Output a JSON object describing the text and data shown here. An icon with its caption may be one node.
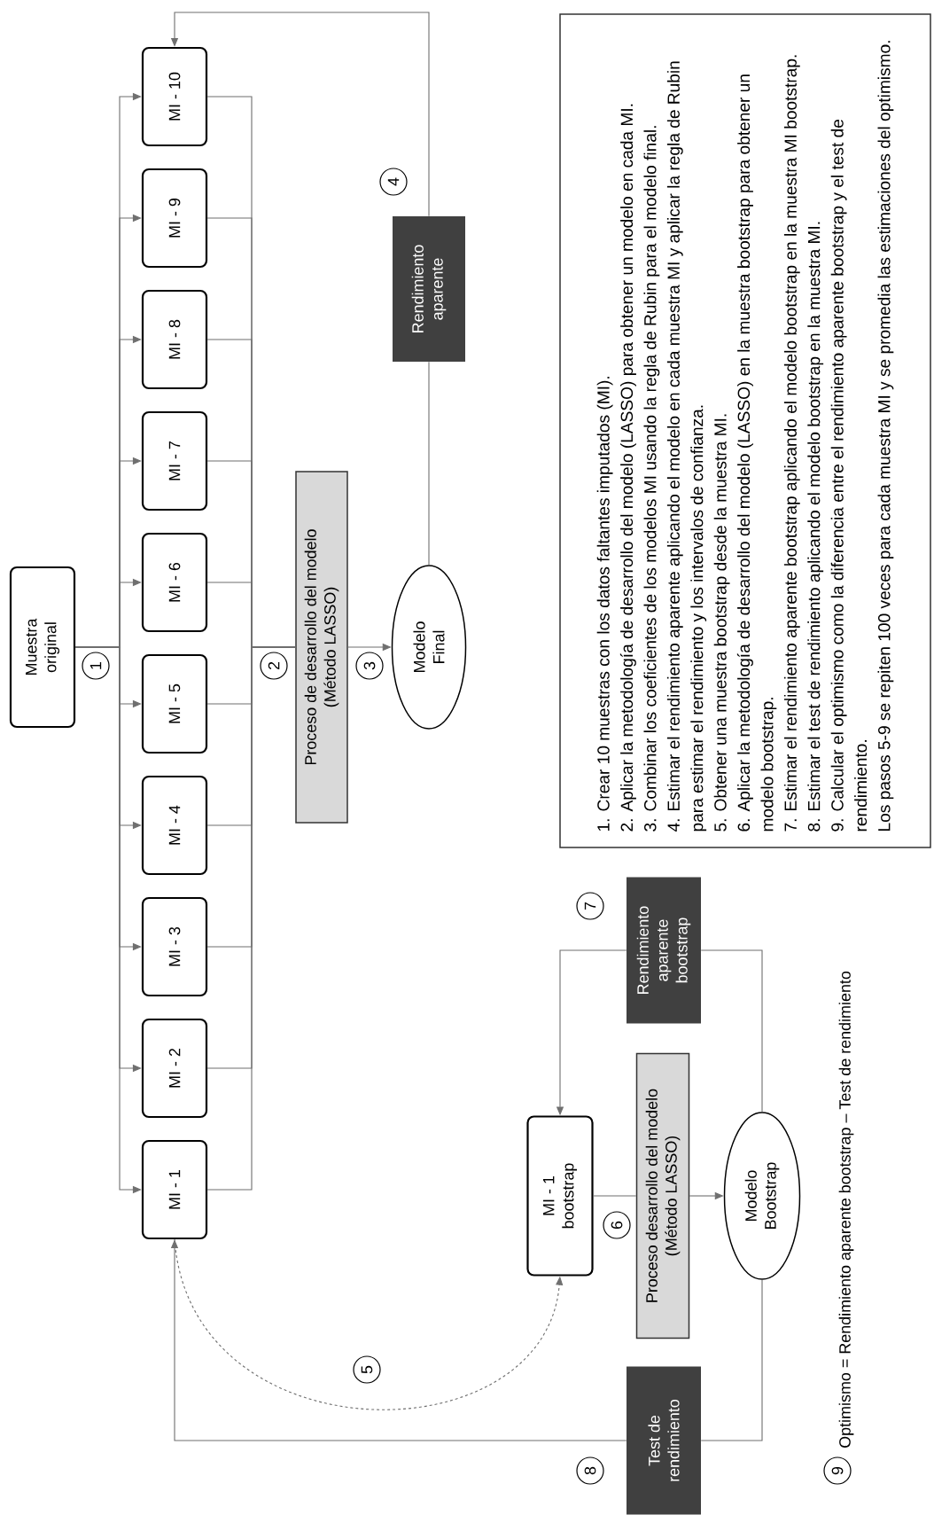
{
  "diagram": {
    "nodes": [
      {
        "text": [
          "Muestra original"
        ]
      },
      {
        "text": [
          "MI - 1"
        ]
      },
      {
        "text": [
          "MI - 2"
        ]
      },
      {
        "text": [
          "MI - 3"
        ]
      },
      {
        "text": [
          "MI - 4"
        ]
      },
      {
        "text": [
          "MI - 5"
        ]
      },
      {
        "text": [
          "MI - 6"
        ]
      },
      {
        "text": [
          "MI - 7"
        ]
      },
      {
        "text": [
          "MI - 8"
        ]
      },
      {
        "text": [
          "MI - 9"
        ]
      },
      {
        "text": [
          "MI - 10"
        ]
      },
      {
        "text": [
          "Proceso de desarrollo del modelo (Método LASSO)"
        ]
      },
      {
        "text": [
          "Modelo Final"
        ]
      },
      {
        "text": [
          "Rendimiento aparente"
        ]
      },
      {
        "text": [
          "1. Crear 10 muestras con los datos faltantes imputados (MI).",
          "2. Aplicar la metodología de desarrollo del modelo (LASSO) para obtener un modelo en cada MI.",
          "3. Combinar los coeficientes de los modelos MI usando la regla de Rubin para el modelo final.",
          "4. Estimar el rendimiento aparente aplicando el modelo en cada muestra MI y aplicar la regla de Rubin para estimar el rendimiento y los intervalos de confianza.",
          "5. Obtener una muestra bootstrap desde la muestra MI.",
          "6. Aplicar la metodología de desarrollo del modelo (LASSO) en la muestra bootstrap para obtener un modelo bootstrap.",
          "7. Estimar el rendimiento aparente bootstrap aplicando el modelo bootstrap en la muestra MI bootstrap.",
          "8. Estimar el test de rendimiento aplicando el modelo bootstrap en la muestra MI.",
          "9. Calcular el optimismo como la diferencia entre el rendimiento aparente bootstrap y el test de rendimiento.",
          "Los pasos 5-9 se repiten 100 veces para cada muestra MI y se promedia las estimaciones del optimismo."
        ]
      },
      {
        "text": [
          "MI - 1 bootstrap"
        ]
      },
      {
        "text": [
          "Proceso desarrollo del modelo (Método LASSO)"
        ]
      },
      {
        "text": [
          "Modelo Bootstrap"
        ]
      },
      {
        "text": [
          "Rendimiento aparente bootstrap"
        ]
      },
      {
        "text": [
          "Test de rendimiento"
        ]
      }
    ],
    "edges": [
      {
        "from": 0,
        "to": 1,
        "arrow": "to"
      },
      {
        "from": 0,
        "to": 2,
        "arrow": "to"
      },
      {
        "from": 0,
        "to": 3,
        "arrow": "to"
      },
      {
        "from": 0,
        "to": 4,
        "arrow": "to"
      },
      {
        "from": 0,
        "to": 5,
        "arrow": "to"
      },
      {
        "from": 0,
        "to": 6,
        "arrow": "to"
      },
      {
        "from": 0,
        "to": 7,
        "arrow": "to"
      },
      {
        "from": 0,
        "to": 8,
        "arrow": "to"
      },
      {
        "from": 0,
        "to": 9,
        "arrow": "to"
      },
      {
        "from": 0,
        "to": 10,
        "arrow": "to"
      },
      {
        "from": 1,
        "to": 11,
        "arrow": "none"
      },
      {
        "from": 2,
        "to": 11,
        "arrow": "none"
      },
      {
        "from": 3,
        "to": 11,
        "arrow": "none"
      },
      {
        "from": 4,
        "to": 11,
        "arrow": "none"
      },
      {
        "from": 5,
        "to": 11,
        "arrow": "none"
      },
      {
        "from": 6,
        "to": 11,
        "arrow": "none"
      },
      {
        "from": 7,
        "to": 11,
        "arrow": "none"
      },
      {
        "from": 8,
        "to": 11,
        "arrow": "none"
      },
      {
        "from": 9,
        "to": 11,
        "arrow": "none"
      },
      {
        "from": 10,
        "to": 11,
        "arrow": "none"
      },
      {
        "from": 11,
        "to": 12,
        "arrow": "to"
      },
      {
        "from": 12,
        "to": 13,
        "arrow": "none"
      },
      {
        "from": 13,
        "to": 10,
        "arrow": "to"
      },
      {
        "from": 15,
        "to": 16,
        "arrow": "none"
      },
      {
        "from": 16,
        "to": 17,
        "arrow": "to"
      },
      {
        "from": 17,
        "to": 18,
        "arrow": "none"
      },
      {
        "from": 18,
        "to": 15,
        "arrow": "to"
      },
      {
        "from": 17,
        "to": 19,
        "arrow": "none"
      },
      {
        "from": 19,
        "to": 1,
        "arrow": "to"
      },
      {
        "from": 1,
        "to": 15,
        "arrow": "to",
        "style": "dashed"
      }
    ],
    "labels": [
      "1",
      "2",
      "3",
      "4",
      "5",
      "6",
      "7",
      "8",
      "9",
      "Optimismo = Rendimiento aparente bootstrap – Test de rendimiento"
    ]
  }
}
